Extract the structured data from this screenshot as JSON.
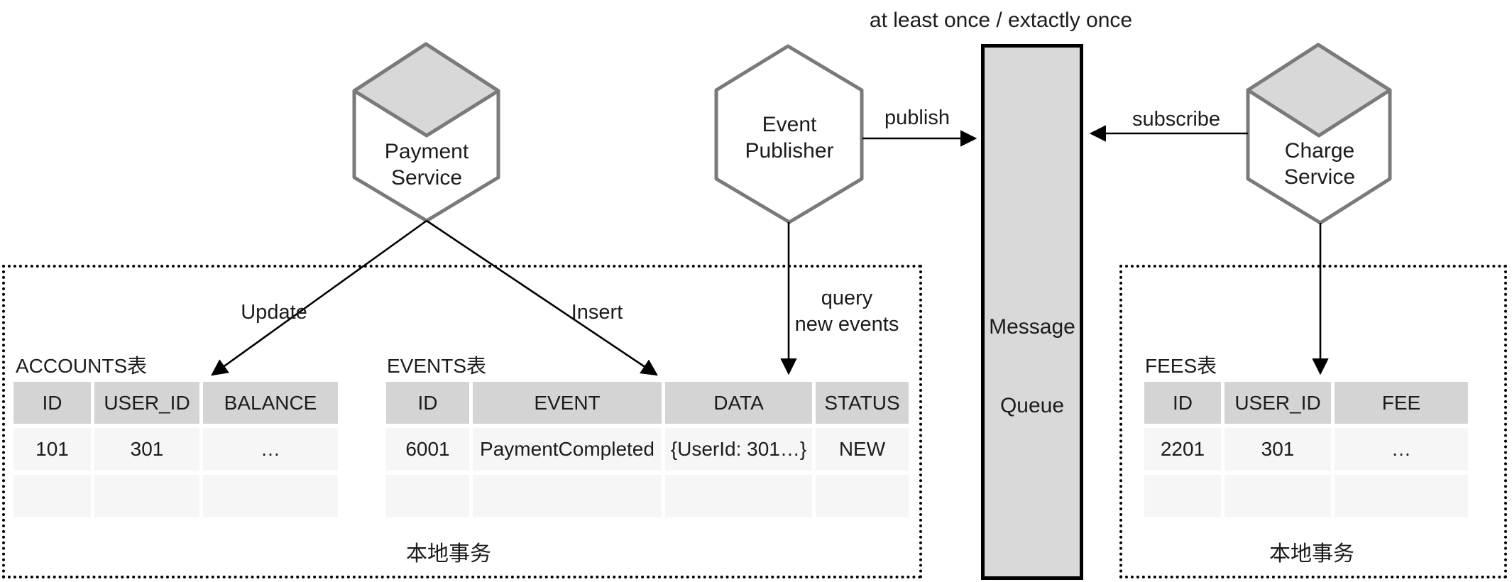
{
  "title_note": "at least once / extactly once",
  "nodes": {
    "payment_service": {
      "line1": "Payment",
      "line2": "Service"
    },
    "event_publisher": {
      "line1": "Event",
      "line2": "Publisher"
    },
    "charge_service": {
      "line1": "Charge",
      "line2": "Service"
    },
    "message_queue": {
      "line1": "Message",
      "line2": "Queue"
    }
  },
  "edges": {
    "publish": "publish",
    "subscribe": "subscribe",
    "update": "Update",
    "insert": "Insert",
    "query_line1": "query",
    "query_line2": "new events"
  },
  "groups": {
    "left_label": "本地事务",
    "right_label": "本地事务"
  },
  "tables": {
    "accounts": {
      "title": "ACCOUNTS表",
      "headers": [
        "ID",
        "USER_ID",
        "BALANCE"
      ],
      "rows": [
        [
          "101",
          "301",
          "…"
        ],
        [
          "",
          "",
          ""
        ]
      ]
    },
    "events": {
      "title": "EVENTS表",
      "headers": [
        "ID",
        "EVENT",
        "DATA",
        "STATUS"
      ],
      "rows": [
        [
          "6001",
          "PaymentCompleted",
          "{UserId: 301…}",
          "NEW"
        ],
        [
          "",
          "",
          "",
          ""
        ]
      ]
    },
    "fees": {
      "title": "FEES表",
      "headers": [
        "ID",
        "USER_ID",
        "FEE"
      ],
      "rows": [
        [
          "2201",
          "301",
          "…"
        ],
        [
          "",
          "",
          ""
        ]
      ]
    }
  },
  "colors": {
    "table_header_fill": "#d4d4d4",
    "table_row_fill": "#f6f6f6",
    "queue_fill": "#d9d9d9",
    "hexagon_stroke": "#7a7a7a",
    "hexagon_top_fill": "#d8d8d8",
    "arrow_color": "#000000"
  }
}
